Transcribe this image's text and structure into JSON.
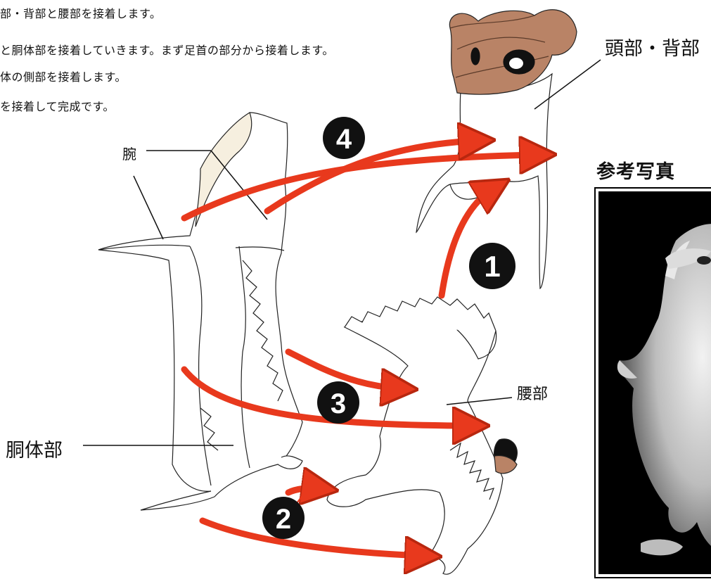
{
  "instructions": [
    "部・背部と腰部を接着します。",
    "と胴体部を接着していきます。まず足首の部分から接着します。",
    "体の側部を接着します。",
    "を接着して完成です。"
  ],
  "labels": {
    "head_back": "頭部・背部",
    "arm": "腕",
    "waist": "腰部",
    "torso": "胴体部"
  },
  "steps": [
    "1",
    "2",
    "3",
    "4"
  ],
  "photo": {
    "title": "参考写真"
  },
  "colors": {
    "arrow": "#e8391d",
    "arrow_edge": "#b8270f",
    "head": "#b98366",
    "badge": "#111111",
    "arm_tab": "#f6efdf"
  }
}
